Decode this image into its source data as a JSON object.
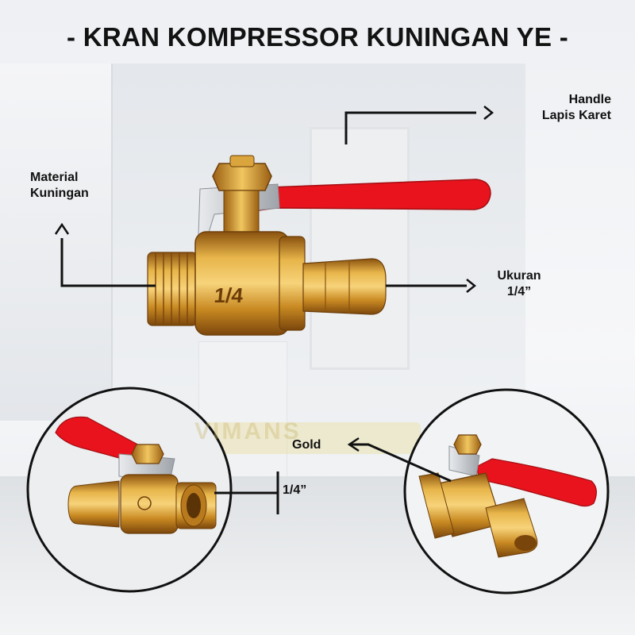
{
  "title": "- KRAN KOMPRESSOR KUNINGAN YE -",
  "callouts": {
    "handle": {
      "line1": "Handle",
      "line2": "Lapis Karet"
    },
    "material": {
      "line1": "Material",
      "line2": "Kuningan"
    },
    "ukuran": {
      "line1": "Ukuran",
      "line2": "1/4”"
    },
    "gold": "Gold",
    "size_small": "1/4”"
  },
  "valve_marking": "1/4",
  "watermark": "VIMANS",
  "colors": {
    "handle_red": "#e8131c",
    "brass": "#d69a2a",
    "brass_dark": "#9a5f12",
    "steel": "#c9ccd0"
  }
}
